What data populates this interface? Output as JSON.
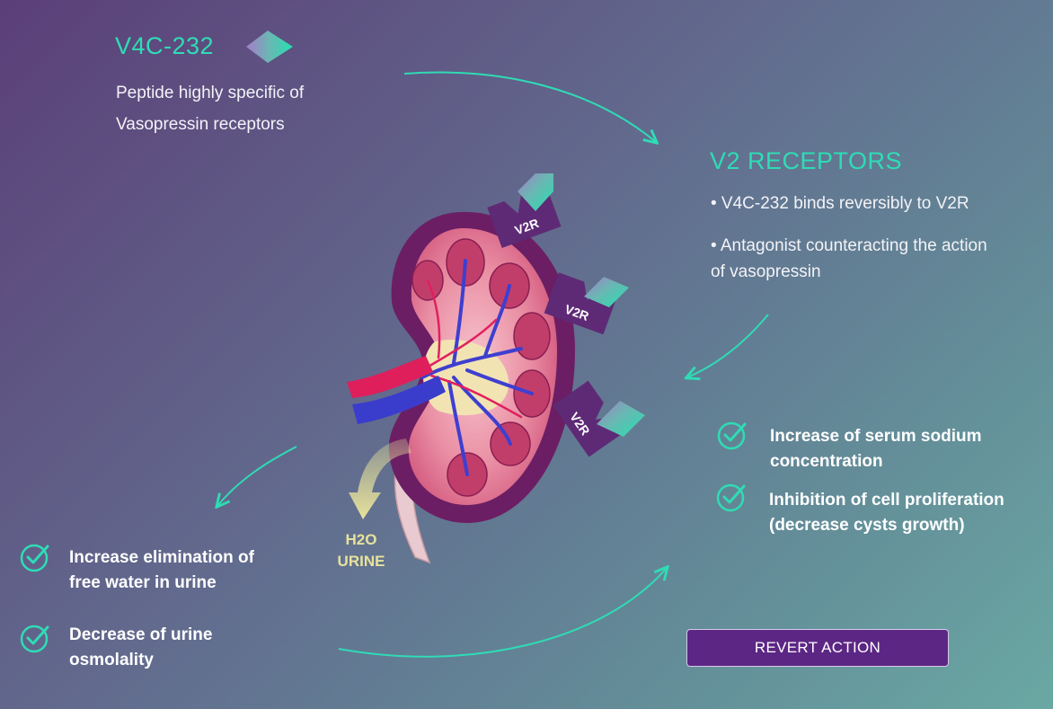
{
  "peptide": {
    "name": "V4C-232",
    "description": "Peptide highly specific of Vasopressin receptors"
  },
  "receptors": {
    "title": "V2 RECEPTORS",
    "bullet_1": "• V4C-232 binds reversibly to V2R",
    "bullet_2": "• Antagonist counteracting the action of vasopressin"
  },
  "kidney": {
    "receptor_labels": [
      "V2R",
      "V2R",
      "V2R"
    ],
    "urine_label": [
      "H2O",
      "URINE"
    ]
  },
  "effects_right": [
    "Increase of serum sodium concentration",
    "Inhibition of cell proliferation (decrease cysts growth)"
  ],
  "effects_left": [
    "Increase elimination of free water in urine",
    "Decrease of urine osmolality"
  ],
  "actions": {
    "revert_label": "REVERT ACTION"
  },
  "icons": {
    "diamond": "diamond-icon",
    "check": "check-circle-icon",
    "arrow": "curved-arrow-icon"
  },
  "colors": {
    "accent": "#2fdcb5",
    "button": "#5c2684",
    "receptor": "#5e2a76",
    "urine": "#e7e29b"
  }
}
